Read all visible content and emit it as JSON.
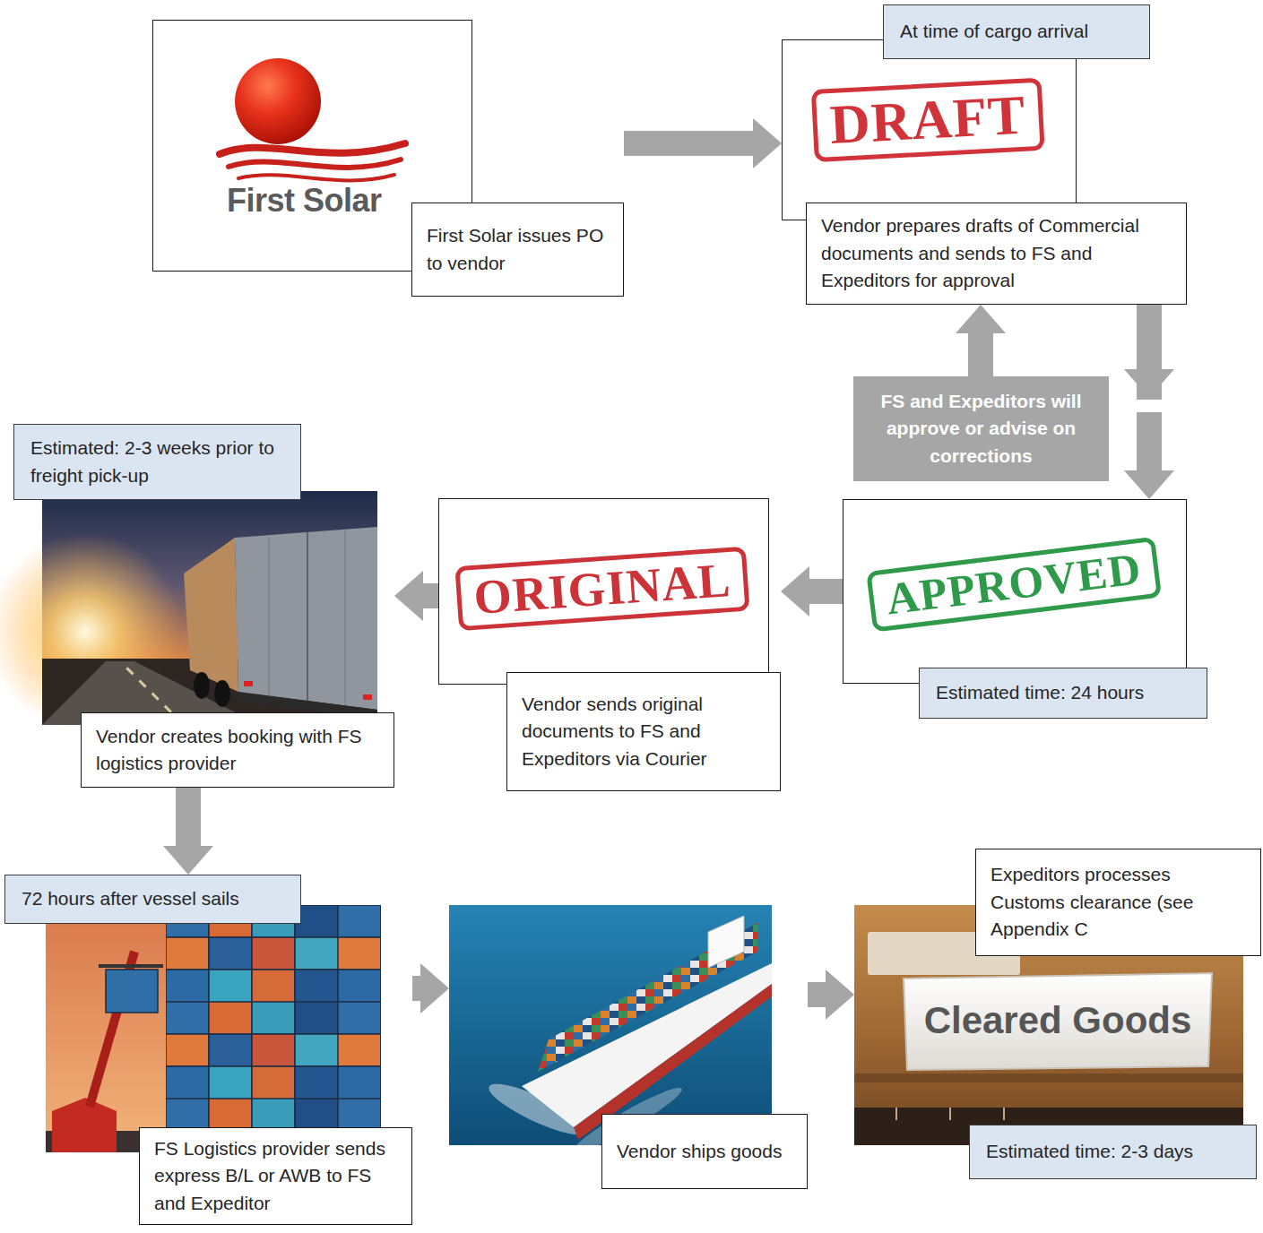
{
  "diagram": {
    "nodes": [
      {
        "text": [
          "First Solar",
          "First Solar issues PO to vendor"
        ]
      },
      {
        "text": [
          "At time of cargo arrival",
          "DRAFT",
          "Vendor prepares drafts of Commercial documents and sends to FS and Expeditors for approval"
        ]
      },
      {
        "text": [
          "FS and Expeditors will approve or advise on corrections"
        ]
      },
      {
        "text": [
          "APPROVED",
          "Estimated time: 24 hours"
        ]
      },
      {
        "text": [
          "ORIGINAL",
          "Vendor sends original documents to FS and Expeditors via Courier"
        ]
      },
      {
        "text": [
          "Estimated: 2-3 weeks prior to freight pick-up",
          "Vendor creates booking with FS logistics provider"
        ]
      },
      {
        "text": [
          "72 hours after vessel sails",
          "FS Logistics provider sends express B/L or AWB to FS and Expeditor"
        ]
      },
      {
        "text": [
          "Vendor ships goods"
        ]
      },
      {
        "text": [
          "Expeditors processes Customs clearance (see Appendix C",
          "Cleared Goods",
          "Estimated time: 2-3 days"
        ]
      }
    ],
    "edges": [
      {
        "from": 0,
        "to": 1,
        "arrow": "to"
      },
      {
        "from": 1,
        "to": 3,
        "arrow": "to"
      },
      {
        "from": 2,
        "to": 1,
        "arrow": "to"
      },
      {
        "from": 3,
        "to": 4,
        "arrow": "to"
      },
      {
        "from": 4,
        "to": 5,
        "arrow": "to"
      },
      {
        "from": 5,
        "to": 6,
        "arrow": "to"
      },
      {
        "from": 6,
        "to": 7,
        "arrow": "to"
      },
      {
        "from": 7,
        "to": 8,
        "arrow": "to"
      }
    ]
  }
}
